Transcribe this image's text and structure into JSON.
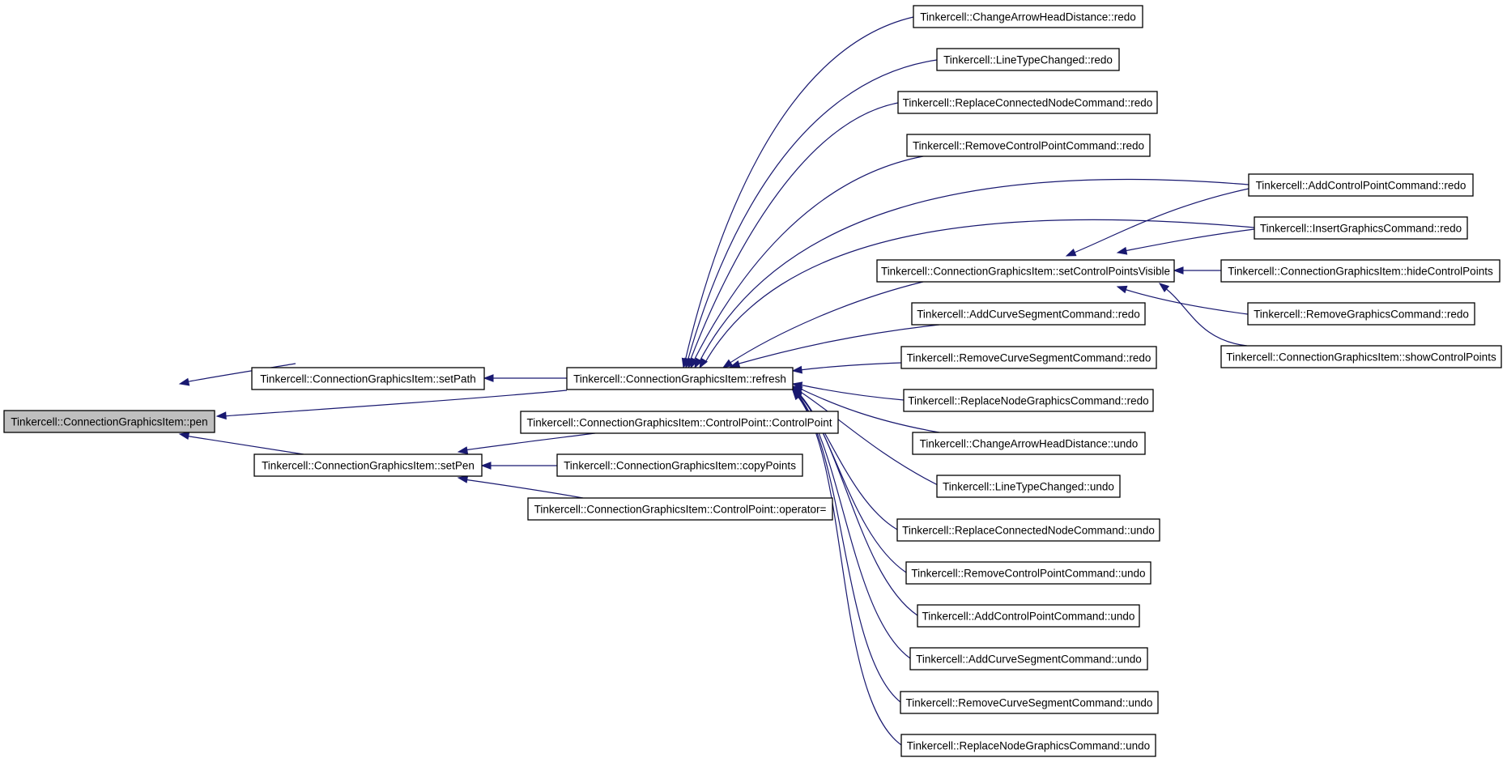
{
  "diagram": {
    "title": "",
    "edge_color": "#191970",
    "root_fill": "#bfbfbf",
    "nodes": [
      {
        "id": "pen",
        "label": "Tinkercell::ConnectionGraphicsItem::pen",
        "root": true
      },
      {
        "id": "setPath",
        "label": "Tinkercell::ConnectionGraphicsItem::setPath"
      },
      {
        "id": "setPen",
        "label": "Tinkercell::ConnectionGraphicsItem::setPen"
      },
      {
        "id": "refresh",
        "label": "Tinkercell::ConnectionGraphicsItem::refresh"
      },
      {
        "id": "cpCtor",
        "label": "Tinkercell::ConnectionGraphicsItem::ControlPoint::ControlPoint"
      },
      {
        "id": "copyPoints",
        "label": "Tinkercell::ConnectionGraphicsItem::copyPoints"
      },
      {
        "id": "cpOp",
        "label": "Tinkercell::ConnectionGraphicsItem::ControlPoint::operator="
      },
      {
        "id": "setCPV",
        "label": "Tinkercell::ConnectionGraphicsItem::setControlPointsVisible"
      },
      {
        "id": "cahdRedo",
        "label": "Tinkercell::ChangeArrowHeadDistance::redo"
      },
      {
        "id": "ltcRedo",
        "label": "Tinkercell::LineTypeChanged::redo"
      },
      {
        "id": "rcnRedo",
        "label": "Tinkercell::ReplaceConnectedNodeCommand::redo"
      },
      {
        "id": "rcpRedo",
        "label": "Tinkercell::RemoveControlPointCommand::redo"
      },
      {
        "id": "acsRedo",
        "label": "Tinkercell::AddCurveSegmentCommand::redo"
      },
      {
        "id": "rcsRedo",
        "label": "Tinkercell::RemoveCurveSegmentCommand::redo"
      },
      {
        "id": "rngRedo",
        "label": "Tinkercell::ReplaceNodeGraphicsCommand::redo"
      },
      {
        "id": "cahdUndo",
        "label": "Tinkercell::ChangeArrowHeadDistance::undo"
      },
      {
        "id": "ltcUndo",
        "label": "Tinkercell::LineTypeChanged::undo"
      },
      {
        "id": "rcnUndo",
        "label": "Tinkercell::ReplaceConnectedNodeCommand::undo"
      },
      {
        "id": "rcpUndo",
        "label": "Tinkercell::RemoveControlPointCommand::undo"
      },
      {
        "id": "acpUndo",
        "label": "Tinkercell::AddControlPointCommand::undo"
      },
      {
        "id": "acsUndo",
        "label": "Tinkercell::AddCurveSegmentCommand::undo"
      },
      {
        "id": "rcsUndo",
        "label": "Tinkercell::RemoveCurveSegmentCommand::undo"
      },
      {
        "id": "rngUndo",
        "label": "Tinkercell::ReplaceNodeGraphicsCommand::undo"
      },
      {
        "id": "acpRedo",
        "label": "Tinkercell::AddControlPointCommand::redo"
      },
      {
        "id": "igRedo",
        "label": "Tinkercell::InsertGraphicsCommand::redo"
      },
      {
        "id": "hideCP",
        "label": "Tinkercell::ConnectionGraphicsItem::hideControlPoints"
      },
      {
        "id": "rgRedo",
        "label": "Tinkercell::RemoveGraphicsCommand::redo"
      },
      {
        "id": "showCP",
        "label": "Tinkercell::ConnectionGraphicsItem::showControlPoints"
      }
    ],
    "edges": [
      {
        "from": "setPath",
        "to": "pen"
      },
      {
        "from": "refresh",
        "to": "pen"
      },
      {
        "from": "setPen",
        "to": "pen"
      },
      {
        "from": "refresh",
        "to": "setPath"
      },
      {
        "from": "cpCtor",
        "to": "setPen"
      },
      {
        "from": "copyPoints",
        "to": "setPen"
      },
      {
        "from": "cpOp",
        "to": "setPen"
      },
      {
        "from": "cahdRedo",
        "to": "refresh"
      },
      {
        "from": "ltcRedo",
        "to": "refresh"
      },
      {
        "from": "rcnRedo",
        "to": "refresh"
      },
      {
        "from": "rcpRedo",
        "to": "refresh"
      },
      {
        "from": "acpRedo",
        "to": "refresh"
      },
      {
        "from": "igRedo",
        "to": "refresh"
      },
      {
        "from": "setCPV",
        "to": "refresh"
      },
      {
        "from": "acsRedo",
        "to": "refresh"
      },
      {
        "from": "rcsRedo",
        "to": "refresh"
      },
      {
        "from": "rngRedo",
        "to": "refresh"
      },
      {
        "from": "cahdUndo",
        "to": "refresh"
      },
      {
        "from": "ltcUndo",
        "to": "refresh"
      },
      {
        "from": "rcnUndo",
        "to": "refresh"
      },
      {
        "from": "rcpUndo",
        "to": "refresh"
      },
      {
        "from": "acpUndo",
        "to": "refresh"
      },
      {
        "from": "acsUndo",
        "to": "refresh"
      },
      {
        "from": "rcsUndo",
        "to": "refresh"
      },
      {
        "from": "rngUndo",
        "to": "refresh"
      },
      {
        "from": "acpRedo",
        "to": "setCPV"
      },
      {
        "from": "igRedo",
        "to": "setCPV"
      },
      {
        "from": "hideCP",
        "to": "setCPV"
      },
      {
        "from": "rgRedo",
        "to": "setCPV"
      },
      {
        "from": "showCP",
        "to": "setCPV"
      }
    ]
  }
}
